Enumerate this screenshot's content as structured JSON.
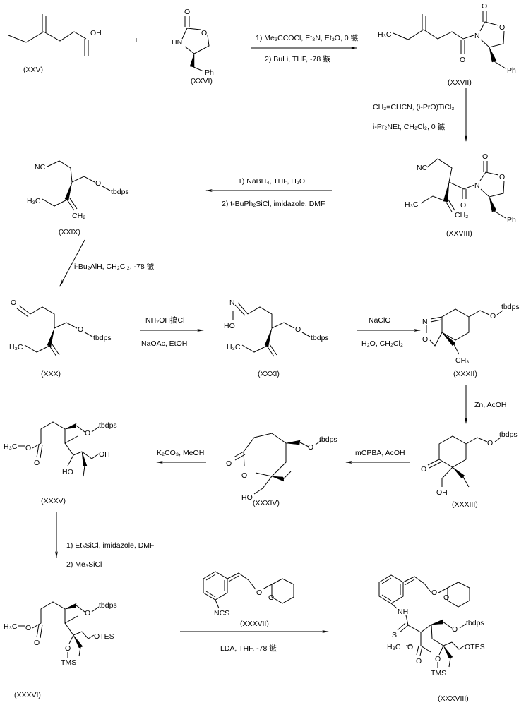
{
  "plus": "+",
  "compounds": {
    "XXV": {
      "label": "(XXV)",
      "atoms": [
        "OH"
      ]
    },
    "XXVI": {
      "label": "(XXVI)",
      "atoms": [
        "O",
        "HN",
        "O",
        "Ph"
      ]
    },
    "XXVII": {
      "label": "(XXVII)",
      "atoms": [
        "H₃C",
        "O",
        "N",
        "O",
        "O",
        "Ph"
      ]
    },
    "XXVIII": {
      "label": "(XXVIII)",
      "atoms": [
        "NC",
        "O",
        "N",
        "O",
        "O",
        "H₃C",
        "CH₂",
        "Ph"
      ]
    },
    "XXIX": {
      "label": "(XXIX)",
      "atoms": [
        "NC",
        "O",
        "tbdps",
        "H₃C",
        "CH₂"
      ]
    },
    "XXX": {
      "label": "(XXX)",
      "atoms": [
        "O",
        "O",
        "tbdps",
        "H₃C"
      ]
    },
    "XXXI": {
      "label": "(XXXI)",
      "atoms": [
        "N",
        "HO",
        "O",
        "tbdps",
        "H₃C"
      ]
    },
    "XXXII": {
      "label": "(XXXII)",
      "atoms": [
        "N",
        "O",
        "O",
        "tbdps",
        "CH₃"
      ]
    },
    "XXXIII": {
      "label": "(XXXIII)",
      "atoms": [
        "O",
        "OH",
        "O",
        "tbdps"
      ]
    },
    "XXXIV": {
      "label": "(XXXIV)",
      "atoms": [
        "O",
        "O",
        "HO",
        "O",
        "tbdps"
      ]
    },
    "XXXV": {
      "label": "(XXXV)",
      "atoms": [
        "H₃C",
        "O",
        "O",
        "O",
        "tbdps",
        "HO",
        "OH"
      ]
    },
    "XXXVI": {
      "label": "(XXXVI)",
      "atoms": [
        "H₃C",
        "O",
        "O",
        "O",
        "tbdps",
        "O",
        "TMS",
        "OTES"
      ]
    },
    "XXXVII": {
      "label": "(XXXVII)",
      "atoms": [
        "NCS",
        "O",
        "O"
      ]
    },
    "XXXVIII": {
      "label": "(XXXVIII)",
      "atoms": [
        "NH",
        "O",
        "O",
        "S",
        "H₃C",
        "O",
        "O",
        "O",
        "tbdps",
        "O",
        "TMS",
        "OTES"
      ]
    }
  },
  "steps": [
    {
      "line1": "1) Me₃CCOCl, Et₃N, Et₂O, 0 镞",
      "line2": "2) BuLi, THF, -78 镞"
    },
    {
      "line1": "CH₂=CHCN, (i-PrO)TiCl₃",
      "line2": "i-Pr₂NEt, CH₂Cl₂, 0 镞"
    },
    {
      "line1": "1) NaBH₄, THF, H₂O",
      "line2": "2) t-BuPh₂SiCl, imidazole, DMF"
    },
    {
      "line1": "i-Bu₂AlH, CH₂Cl₂, -78 镞"
    },
    {
      "line1": "NH₂OH搞Cl",
      "line2": "NaOAc, EtOH"
    },
    {
      "line1": "NaClO",
      "line2": "H₂O, CH₂Cl₂"
    },
    {
      "line1": "Zn, AcOH"
    },
    {
      "line1": "mCPBA, AcOH"
    },
    {
      "line1": "K₂CO₃, MeOH"
    },
    {
      "line1": "1) Et₃SiCl, imidazole, DMF",
      "line2": "2) Me₃SiCl"
    },
    {
      "line1": "LDA, THF, -78 镞"
    }
  ]
}
